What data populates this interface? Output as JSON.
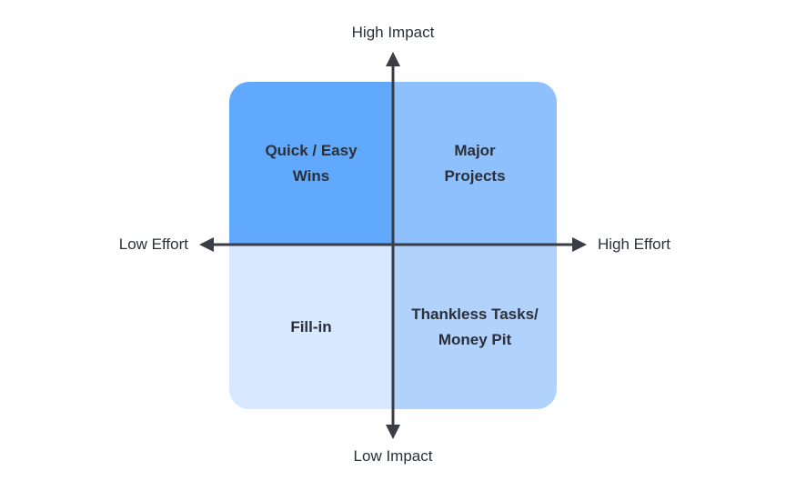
{
  "axes": {
    "top": "High Impact",
    "bottom": "Low Impact",
    "left": "Low Effort",
    "right": "High Effort"
  },
  "quadrants": {
    "top_left": "Quick / Easy\nWins",
    "top_right": "Major\nProjects",
    "bottom_left": "Fill-in",
    "bottom_right": "Thankless Tasks/\nMoney Pit"
  },
  "colors": {
    "top_left": "#60a9fd",
    "top_right": "#8ec0fd",
    "bottom_left": "#d8e8fe",
    "bottom_right": "#b1d2fd",
    "axis": "#3a3d45"
  },
  "icons": {
    "axis_arrows": [
      "arrow-up-icon",
      "arrow-down-icon",
      "arrow-left-icon",
      "arrow-right-icon"
    ]
  }
}
